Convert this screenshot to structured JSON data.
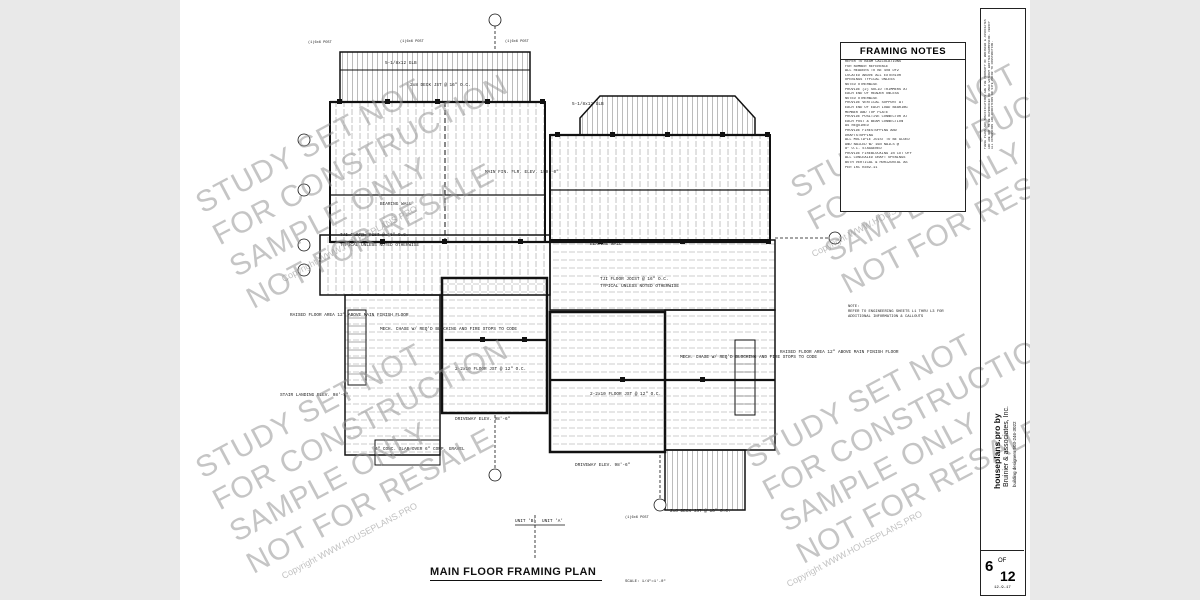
{
  "sheet": {
    "title": "MAIN FLOOR FRAMING PLAN",
    "scale": "SCALE: 1/4\"=1'-0\"",
    "number": "6",
    "of": "OF",
    "total": "12",
    "date": "12-9-17"
  },
  "watermark": {
    "lines": [
      "STUDY SET NOT",
      "FOR CONSTRUCTION",
      "SAMPLE ONLY",
      "NOT FOR RESALE"
    ],
    "copyright": "Copyright WWW.HOUSEPLANS.PRO"
  },
  "framing_notes": {
    "title": "FRAMING NOTES",
    "items": [
      "REFER TO BEAM CALCULATIONS",
      "FOR NUMBER REFERENCE",
      "ALL HEADERS TO BE 4x8 DF2",
      "LOCATED ABOVE ALL EXTERIOR",
      "OPENINGS TYPICAL UNLESS",
      "NOTED OTHERWISE",
      "PROVIDE (2) SOLID TRIMMERS AT",
      "EACH END OF HEADER UNLESS",
      "NOTED OTHERWISE",
      "PROVIDE VERTICAL SUPPORT AT",
      "EACH END OF EACH LOAD BEARING",
      "MEMBER AND TOP PLATE",
      "PROVIDE POSITIVE CONNECTOR AT",
      "EACH POST & BEAM CONNECTION",
      "AS REQUIRED",
      "PROVIDE FIRESTOPPING AND",
      "DRAFTSTOPPING",
      "ALL MULTIPLE JOIST TO BE GLUED",
      "AND NAILED W/ 16d NAILS @",
      "8\" O.C. STAGGERED",
      "PROVIDE FIREBLOCKING IN CUT OFF",
      "ALL CONCEALED DRAFT OPENINGS",
      "BOTH VERTICAL & HORIZONTAL AS",
      "PER IRC R302.11"
    ]
  },
  "side_note": {
    "label": "NOTE:",
    "lines": [
      "REFER TO ENGINEERING SHEETS L1 THRU L3 FOR",
      "ADDITIONAL INFORMATION & CALLOUTS"
    ]
  },
  "plan_labels": {
    "post": "(1)6x6 POST",
    "deck": "2x8 DECK JST @ 16\" O.C.",
    "joist": "TJI FLOOR JOIST @ 16\" O.C.",
    "typical": "TYPICAL UNLESS NOTED OTHERWISE",
    "bearing": "BEARING WALL",
    "main_fin": "MAIN FIN. FLR. ELEV. 100'-0\"",
    "driveway_left": "DRIVEWAY ELEV. 98'-6\"",
    "driveway_right": "DRIVEWAY ELEV. 98'-6\"",
    "raised_left": "RAISED FLOOR AREA 12\" ABOVE MAIN FINISH FLOOR",
    "raised_right": "RAISED FLOOR AREA 12\" ABOVE MAIN FINISH FLOOR",
    "stair": "STAIR LANDING ELEV. 98'-5\"",
    "concrete": "4\" CONC. SLAB OVER 6\" COMP. GRAVEL",
    "mech": "MECH. CHASE W/ REQ'D BLOCKING AND FIRE STOPS TO CODE",
    "unit_b": "UNIT 'B'",
    "unit_a": "UNIT 'A'",
    "garage_joist": "2-2x10 FLOOR JST @ 12\" O.C.",
    "glb": "5-1/8x12 GLB"
  },
  "titleblock": {
    "company": "houseplans.pro by",
    "company2": "Bruinier & associates, Inc.",
    "phone": "building designers 503-246-3022",
    "address": "1304 SW BERTHA BLVD, PORTLAND, OREGON 97219",
    "legal": "THESE PLANS AND SPECIFICATIONS ARE THE PROPERTY OF BRUINIER & ASSOCIATES AND ARE NOT TO BE REPRODUCED OR USED WITHOUT WRITTEN PERMISSION. VERIFY ALL DIMENSIONS AND CONDITIONS ON SITE PRIOR TO CONSTRUCTION."
  }
}
